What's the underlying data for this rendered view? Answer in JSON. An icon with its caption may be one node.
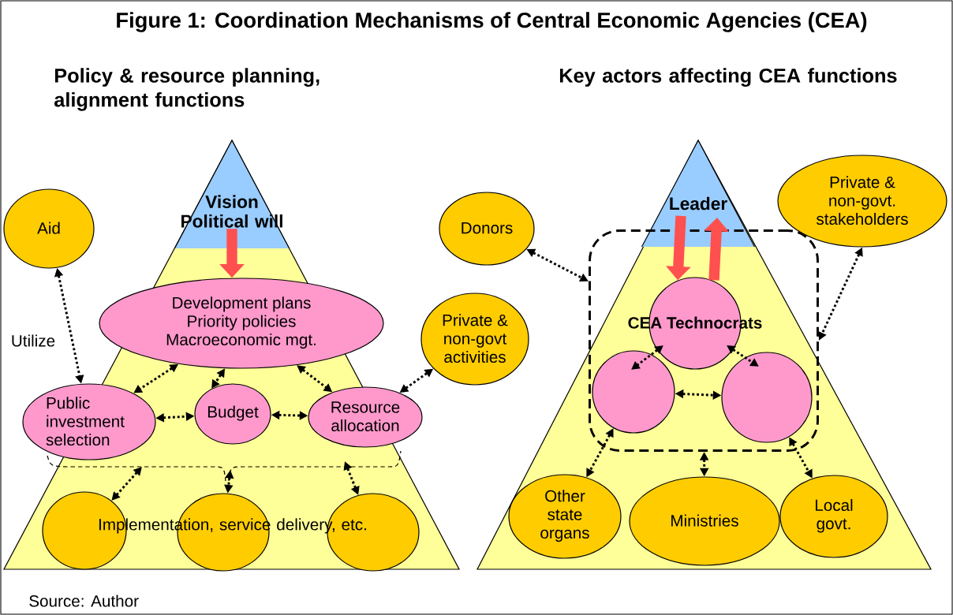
{
  "diagram": {
    "title": "Figure 1: Coordination Mechanisms of Central Economic Agencies (CEA)",
    "caption": "Source: Author",
    "nodes": [
      {
        "text": [
          "Vision Political will"
        ]
      },
      {
        "text": [
          "Aid"
        ]
      },
      {
        "text": [
          "Development plans Priority policies Macroeconomic mgt."
        ]
      },
      {
        "text": [
          "Private & non-govt activities"
        ]
      },
      {
        "text": [
          "Public investment selection"
        ]
      },
      {
        "text": [
          "Budget"
        ]
      },
      {
        "text": [
          "Resource allocation"
        ]
      },
      {
        "text": [],
        "shape": "ellipse"
      },
      {
        "text": [],
        "shape": "ellipse"
      },
      {
        "text": [],
        "shape": "ellipse"
      },
      {
        "text": [
          "Leader"
        ]
      },
      {
        "text": [
          "Donors"
        ]
      },
      {
        "text": [
          "Private & non-govt. stakeholders"
        ]
      },
      {
        "text": [],
        "shape": "box"
      },
      {
        "text": [
          "CEA Technocrats"
        ],
        "in": 13
      },
      {
        "text": [],
        "shape": "circle",
        "in": 13
      },
      {
        "text": [],
        "shape": "circle",
        "in": 13
      },
      {
        "text": [
          "Other state organs"
        ]
      },
      {
        "text": [
          "Ministries"
        ]
      },
      {
        "text": [
          "Local govt."
        ]
      }
    ],
    "edges": [
      {
        "from": 0,
        "to": 2,
        "arrow": "to",
        "style": "thick",
        "color": "#ff5050"
      },
      {
        "from": 1,
        "to": 4,
        "arrow": "both",
        "label": "Utilize",
        "style": "dashed"
      },
      {
        "from": 2,
        "to": 4,
        "arrow": "both",
        "style": "dashed"
      },
      {
        "from": 2,
        "to": 5,
        "arrow": "both",
        "style": "dashed"
      },
      {
        "from": 2,
        "to": 6,
        "arrow": "both",
        "style": "dashed"
      },
      {
        "from": 4,
        "to": 5,
        "arrow": "both",
        "style": "dashed"
      },
      {
        "from": 5,
        "to": 6,
        "arrow": "both",
        "style": "dashed"
      },
      {
        "from": 6,
        "to": 3,
        "arrow": "both",
        "style": "dashed"
      },
      {
        "from": null,
        "to": 7,
        "arrow": "both",
        "style": "dashed"
      },
      {
        "from": null,
        "to": 8,
        "arrow": "both",
        "style": "dashed"
      },
      {
        "from": null,
        "to": 9,
        "arrow": "both",
        "style": "dashed"
      },
      {
        "from": 10,
        "to": 14,
        "arrow": "to",
        "style": "thick",
        "color": "#ff5050"
      },
      {
        "from": 14,
        "to": 10,
        "arrow": "to",
        "style": "thick",
        "color": "#ff5050"
      },
      {
        "from": 11,
        "to": 13,
        "arrow": "both",
        "style": "dashed"
      },
      {
        "from": 12,
        "to": 13,
        "arrow": "both",
        "style": "dashed"
      },
      {
        "from": 14,
        "to": 15,
        "arrow": "both",
        "style": "dashed"
      },
      {
        "from": 14,
        "to": 16,
        "arrow": "both",
        "style": "dashed"
      },
      {
        "from": 15,
        "to": 16,
        "arrow": "both",
        "style": "dashed"
      },
      {
        "from": 15,
        "to": 17,
        "arrow": "both",
        "style": "dashed"
      },
      {
        "from": 13,
        "to": 18,
        "arrow": "both",
        "style": "dashed"
      },
      {
        "from": 16,
        "to": 19,
        "arrow": "both",
        "style": "dashed"
      }
    ],
    "labels": [
      "Policy & resource planning, alignment functions",
      "Key actors affecting CEA functions",
      "Implementation, service delivery, etc."
    ]
  }
}
